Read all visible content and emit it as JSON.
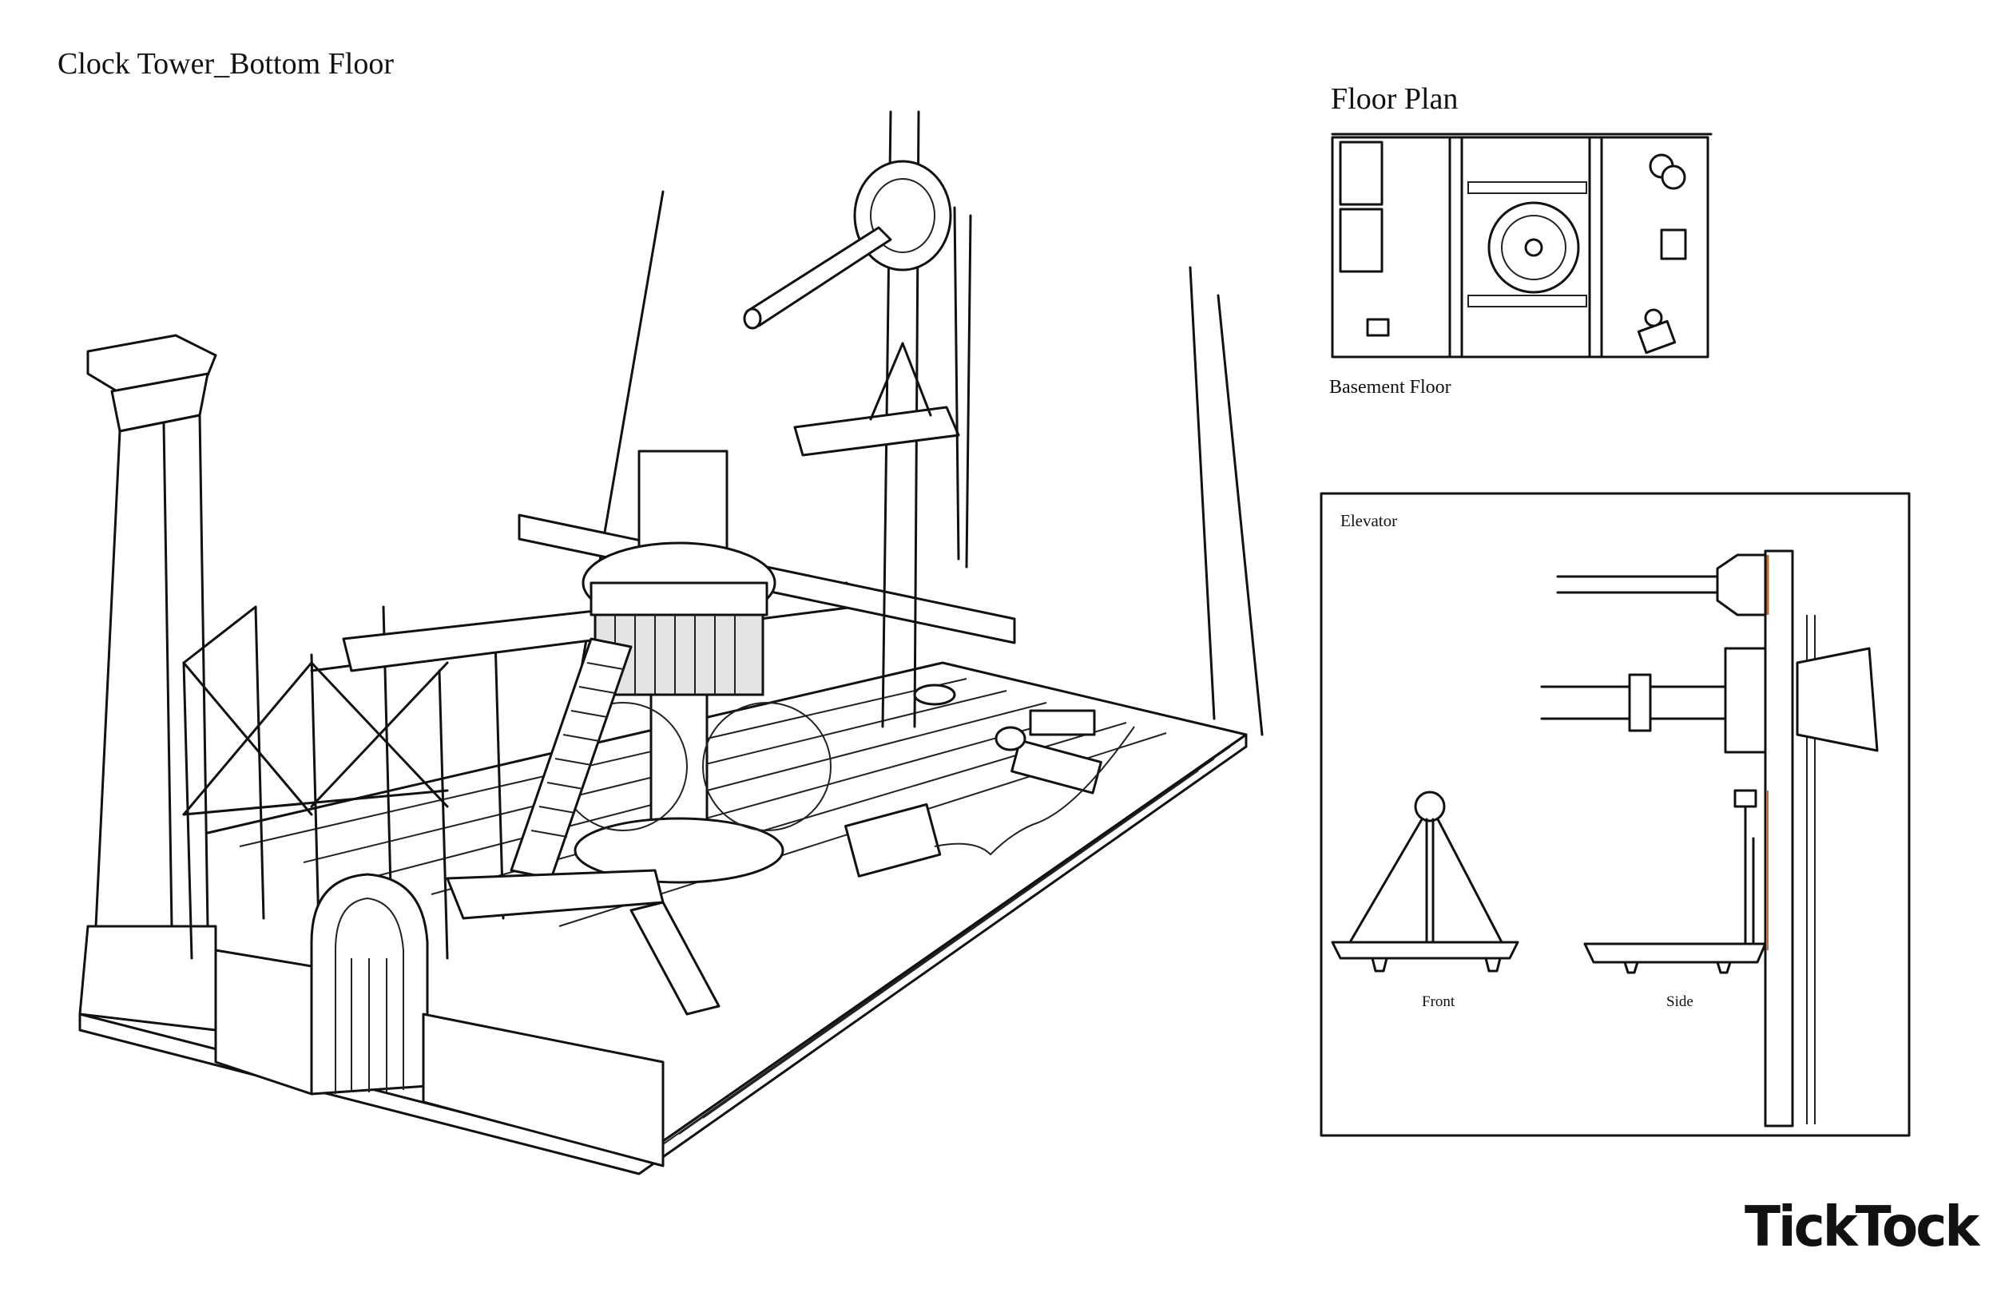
{
  "sheet": {
    "title": "Clock Tower_Bottom Floor"
  },
  "floor_plan": {
    "title": "Floor Plan",
    "caption": "Basement Floor"
  },
  "elevator_panel": {
    "title": "Elevator",
    "front_label": "Front",
    "side_label": "Side"
  },
  "brand": {
    "logo_text": "TickTock"
  },
  "colors": {
    "ink": "#111111",
    "paper": "#ffffff",
    "accent": "#c8692b"
  }
}
